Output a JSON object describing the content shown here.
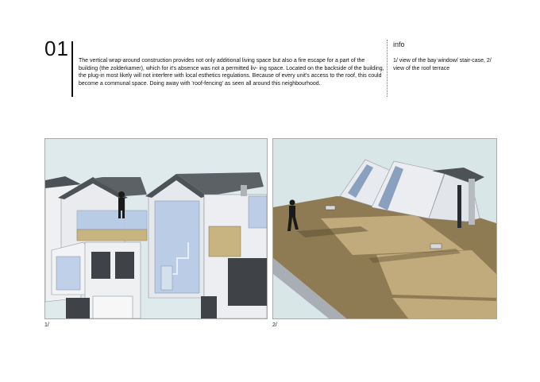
{
  "header": {
    "number": "01",
    "body": "The vertical wrap-around construction provides not only additional living space but also a fire escape for a part of the building (the zolderkamer), which for it's absence was not a permitted liv- ing space. Located on the backside of the building, the plug-in most likely will not interfere with local esthetics regulations. Because of every unit's access to the roof, this could become a communal space. Doing away with 'roof-fencing' as seen all around this neighbourhood."
  },
  "info": {
    "title": "info",
    "text": "1/ view of the bay window/ stair-case, 2/ view of the roof terrace"
  },
  "figures": [
    {
      "caption": "1/"
    },
    {
      "caption": "2/"
    }
  ]
}
